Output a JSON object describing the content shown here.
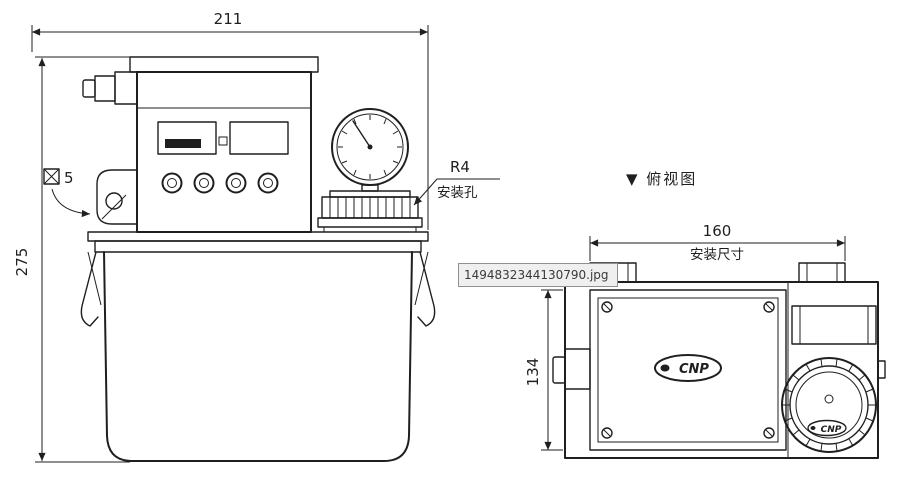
{
  "page": {
    "background": "#ffffff",
    "line_color": "#1f1f1f"
  },
  "front_view": {
    "width_dim": "211",
    "height_dim": "275",
    "square_dim": "5",
    "radius_label": "R4",
    "hole_label": "安装孔"
  },
  "top_view": {
    "title": "▼ 俯视图",
    "mount_dim": "160",
    "mount_label": "安装尺寸",
    "depth_dim": "134",
    "logo_text": "CNP",
    "cap_text": "CNP"
  },
  "tooltip": {
    "filename": "1494832344130790.jpg"
  }
}
